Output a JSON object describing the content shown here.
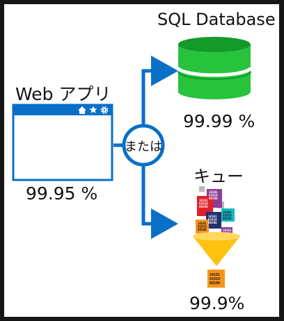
{
  "labels": {
    "webapp_title": "Web アプリ",
    "webapp_sla": "99.95 %",
    "sql_title": "SQL Database",
    "sql_sla": "99.99 %",
    "queue_title": "キュー",
    "queue_sla": "99.9%",
    "or_label": "または"
  },
  "binary_snippet": [
    "10101",
    "01010",
    "00100"
  ],
  "colors": {
    "background": "#161616",
    "panel": "#ffffff",
    "accent_blue": "#0a6fc8",
    "db_green": "#27c33d",
    "db_green_dark": "#139a2a",
    "funnel_yellow": "#ffc20e",
    "block_orange": "#f7941d",
    "block_red": "#e0202a",
    "block_navy": "#24306f",
    "block_purple": "#8b3e94",
    "block_cyan": "#17b9c4",
    "block_gray": "#b9b9b9"
  },
  "icons": [
    "home-icon",
    "star-icon",
    "gear-icon"
  ]
}
